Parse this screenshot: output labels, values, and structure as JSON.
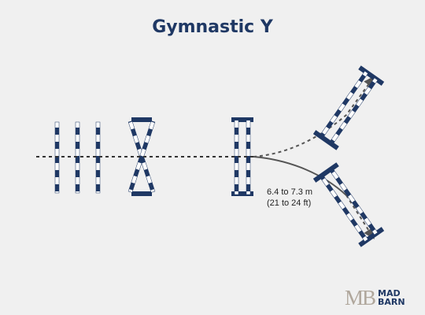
{
  "title": "Gymnastic Y",
  "distance": {
    "metric": "6.4 to 7.3 m",
    "imperial": "(21 to 24 ft)"
  },
  "logo": {
    "mark": "MB",
    "line1": "MAD",
    "line2": "BARN"
  },
  "colors": {
    "background": "#f0f0f0",
    "pole": "#1f3864",
    "stripe": "#ffffff",
    "path": "#555555",
    "title": "#1f3864"
  }
}
